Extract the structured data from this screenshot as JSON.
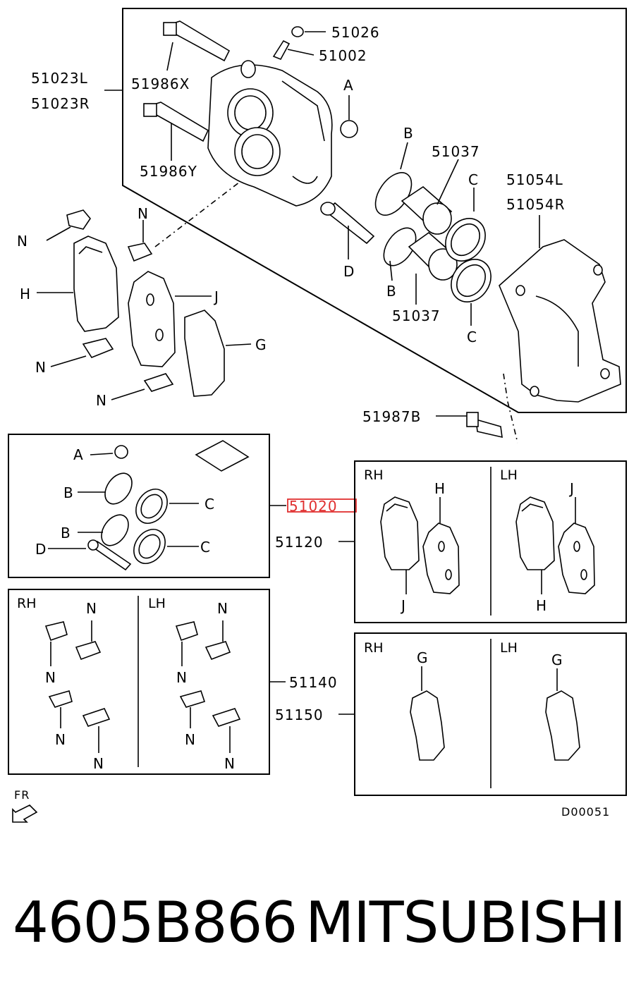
{
  "labels": {
    "p51026": "51026",
    "p51002": "51002",
    "p51023l": "51023L",
    "p51023r": "51023R",
    "p51986x": "51986X",
    "p51986y": "51986Y",
    "p51037a": "51037",
    "p51037b": "51037",
    "p51054l": "51054L",
    "p51054r": "51054R",
    "p51987b": "51987B",
    "p51020": "51020",
    "p51120": "51120",
    "p51140": "51140",
    "p51150": "51150",
    "code": "D00051",
    "fr": "FR"
  },
  "letters": {
    "a": "A",
    "b": "B",
    "c": "C",
    "d": "D",
    "g": "G",
    "h": "H",
    "j": "J",
    "n": "N"
  },
  "sides": {
    "rh": "RH",
    "lh": "LH"
  },
  "caption": {
    "part_number": "4605B866",
    "brand": "MITSUBISHI"
  },
  "colors": {
    "highlight": "#e03030",
    "line": "#000000"
  }
}
